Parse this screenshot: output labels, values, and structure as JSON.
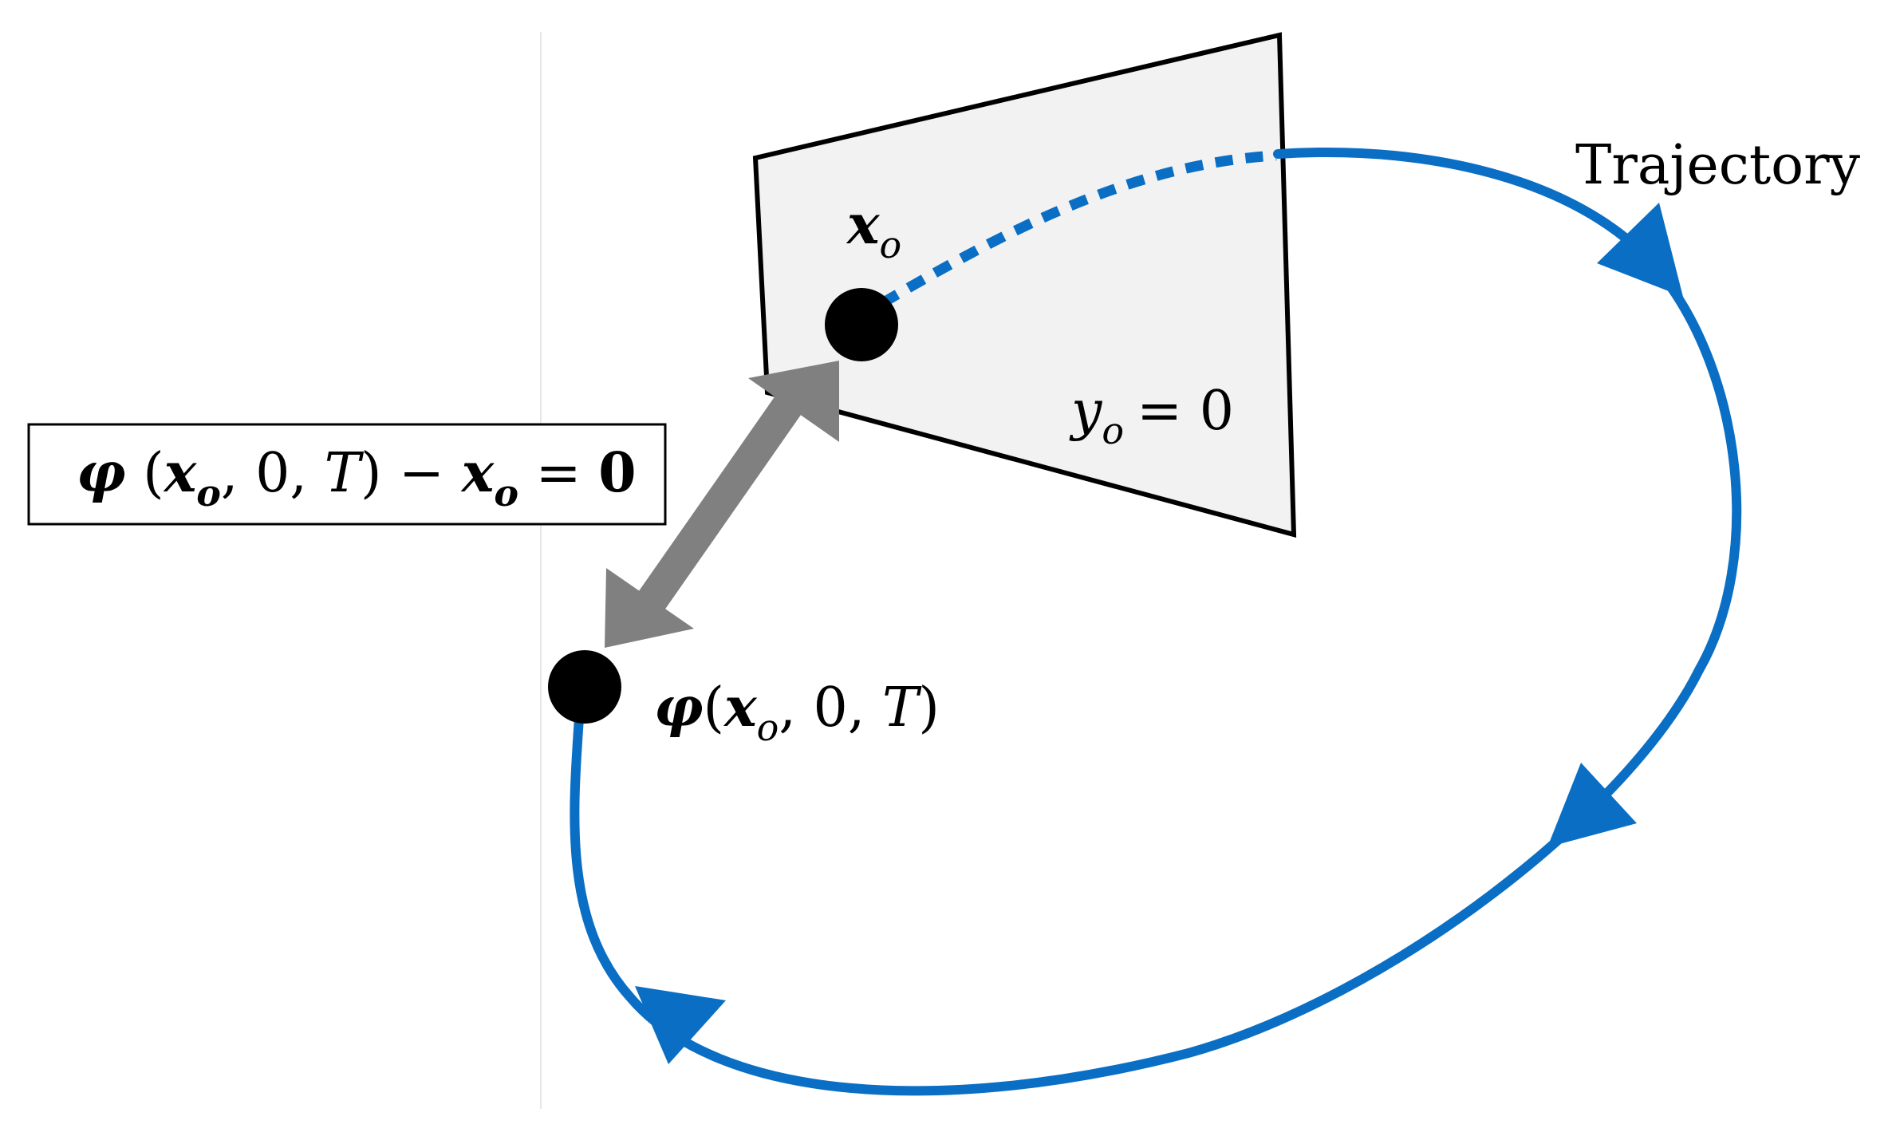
{
  "colors": {
    "trajectory": "#0a6fc4",
    "plane_fill": "#f2f2f2",
    "plane_stroke": "#000000",
    "arrow_gray": "#808080",
    "point": "#000000"
  },
  "labels": {
    "trajectory": "Trajectory",
    "point_x": {
      "base": "x",
      "sub": "o"
    },
    "plane_eq": {
      "var": "y",
      "sub": "o",
      "rest": "= 0"
    },
    "point_phi": {
      "phi": "φ",
      "open": "(",
      "x": "x",
      "xsub": "o",
      "mid": ", 0, ",
      "t": "T",
      "close": ")"
    },
    "condition": {
      "phi": "φ",
      "open": " (",
      "x1": "x",
      "x1sub": "o",
      "mid": ", 0, ",
      "t": "T",
      "close": ")",
      "minus": " − ",
      "x2": "x",
      "x2sub": "o",
      "eq": " = ",
      "zero": "0"
    }
  },
  "icons": {
    "flow_arrowheads": "triangle-arrowhead-icon",
    "distance_arrow": "double-headed-arrow-icon"
  }
}
